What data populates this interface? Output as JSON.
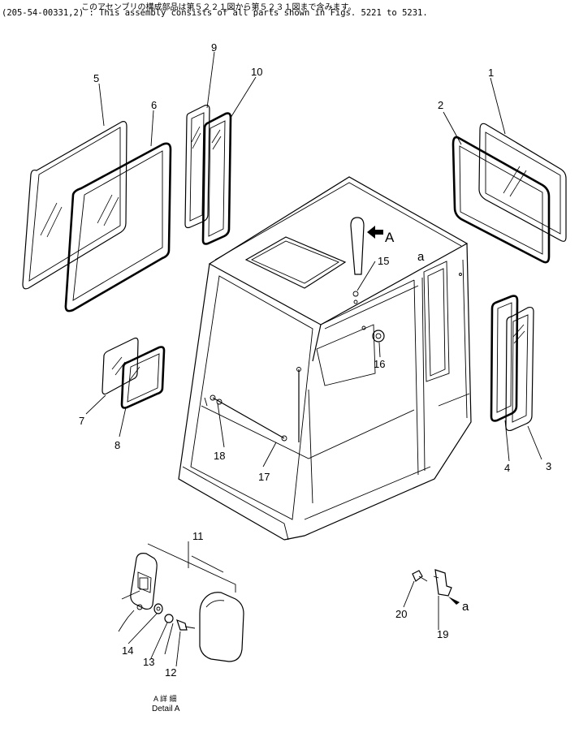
{
  "header": {
    "japanese_note": "このアセンブリの構成部品は第５２２１図から第５２３１図まで含みます。",
    "english_note": "(205-54-00331,2) : This assembly consists of all parts shown in Figs. 5221 to 5231."
  },
  "callouts": {
    "n1": "1",
    "n2": "2",
    "n3": "3",
    "n4": "4",
    "n5": "5",
    "n6": "6",
    "n7": "7",
    "n8": "8",
    "n9": "9",
    "n10": "10",
    "n11": "11",
    "n12": "12",
    "n13": "13",
    "n14": "14",
    "n15": "15",
    "n16": "16",
    "n17": "17",
    "n18": "18",
    "n19": "19",
    "n20": "20"
  },
  "view_markers": {
    "arrow_A": "A",
    "ref_a_top": "a",
    "ref_a_bottom": "a"
  },
  "detail_caption": {
    "japanese": "A 詳 細",
    "english": "Detail A"
  }
}
